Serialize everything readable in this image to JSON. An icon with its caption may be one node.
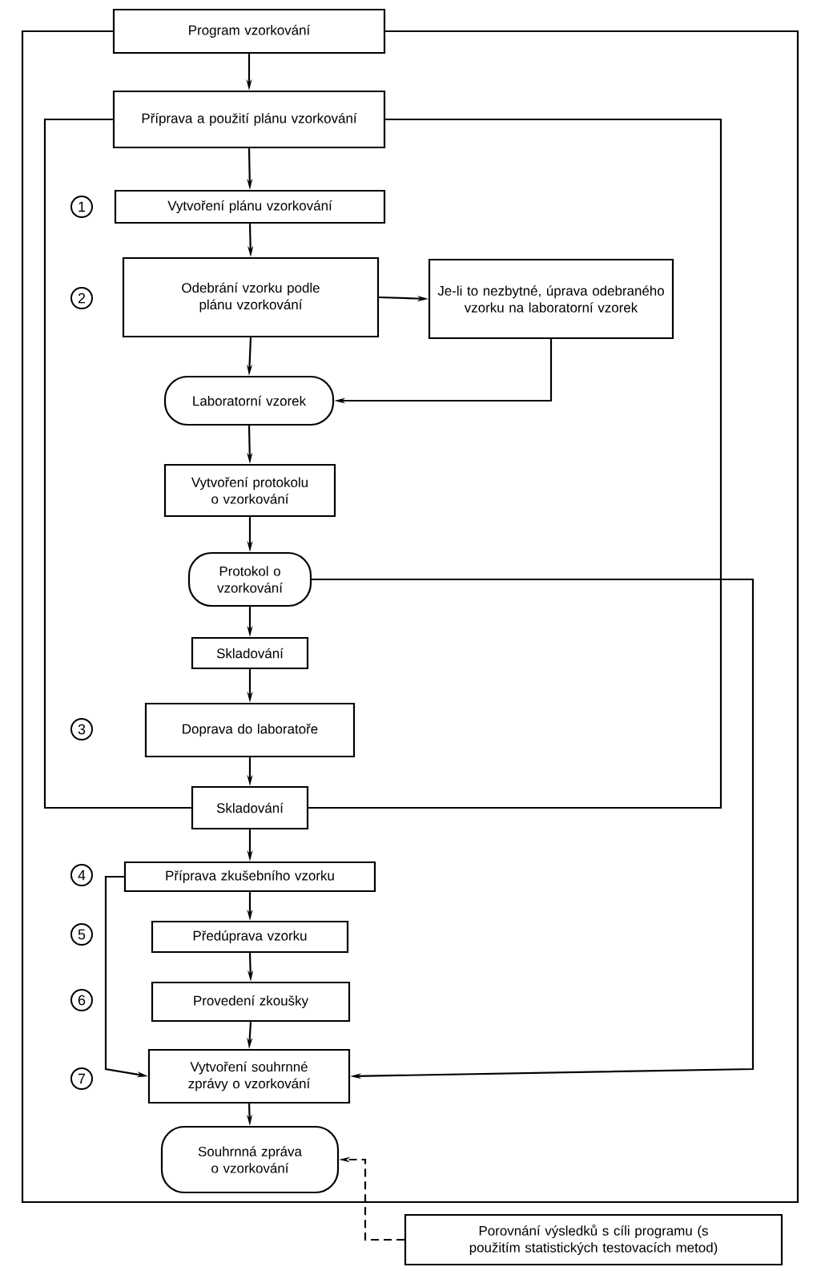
{
  "diagram": {
    "nodes": [
      {
        "text": [
          "Program vzorkování"
        ]
      },
      {
        "text": [
          "Příprava a použití plánu vzorkování"
        ]
      },
      {
        "text": [
          "Vytvoření plánu vzorkování"
        ]
      },
      {
        "text": [
          "Odebrání vzorku podle plánu vzorkování"
        ]
      },
      {
        "text": [
          "Je-li to nezbytné, úprava odebraného vzorku na laboratorní vzorek"
        ]
      },
      {
        "text": [
          "Laboratorní vzorek"
        ]
      },
      {
        "text": [
          "Vytvoření protokolu o vzorkování"
        ]
      },
      {
        "text": [
          "Protokol o vzorkování"
        ]
      },
      {
        "text": [
          "Skladování"
        ]
      },
      {
        "text": [
          "Doprava do laboratoře"
        ]
      },
      {
        "text": [
          "Skladování"
        ]
      },
      {
        "text": [
          "Příprava zkušebního vzorku"
        ]
      },
      {
        "text": [
          "Předúprava vzorku"
        ]
      },
      {
        "text": [
          "Provedení zkoušky"
        ]
      },
      {
        "text": [
          "Vytvoření souhrnné zprávy o vzorkování"
        ]
      },
      {
        "text": [
          "Souhrnná zpráva o vzorkování"
        ]
      },
      {
        "text": [
          "Porovnání výsledků s cíli programu (s použitím statistických testovacích metod)"
        ]
      }
    ],
    "edges": [
      {
        "from": 0,
        "to": 1,
        "arrow": "to"
      },
      {
        "from": 1,
        "to": 2,
        "arrow": "to"
      },
      {
        "from": 2,
        "to": 3,
        "arrow": "to"
      },
      {
        "from": 3,
        "to": 4,
        "arrow": "to"
      },
      {
        "from": 3,
        "to": 5,
        "arrow": "to"
      },
      {
        "from": 4,
        "to": 5,
        "arrow": "to"
      },
      {
        "from": 5,
        "to": 6,
        "arrow": "to"
      },
      {
        "from": 6,
        "to": 7,
        "arrow": "to"
      },
      {
        "from": 7,
        "to": 8,
        "arrow": "to"
      },
      {
        "from": 8,
        "to": 9,
        "arrow": "to"
      },
      {
        "from": 9,
        "to": 10,
        "arrow": "to"
      },
      {
        "from": 10,
        "to": 11,
        "arrow": "to"
      },
      {
        "from": 11,
        "to": 12,
        "arrow": "to"
      },
      {
        "from": 12,
        "to": 13,
        "arrow": "to"
      },
      {
        "from": 13,
        "to": 14,
        "arrow": "to"
      },
      {
        "from": 14,
        "to": 15,
        "arrow": "to"
      },
      {
        "from": 7,
        "to": 14,
        "arrow": "to"
      },
      {
        "from": 11,
        "to": 14,
        "arrow": "to"
      },
      {
        "from": 1,
        "to": 10,
        "arrow": "none"
      },
      {
        "from": 1,
        "to": 10,
        "arrow": "none"
      },
      {
        "from": 16,
        "to": 15,
        "arrow": "to",
        "style": "dashed"
      }
    ],
    "labels": [
      "1",
      "2",
      "3",
      "4",
      "5",
      "6",
      "7"
    ]
  }
}
